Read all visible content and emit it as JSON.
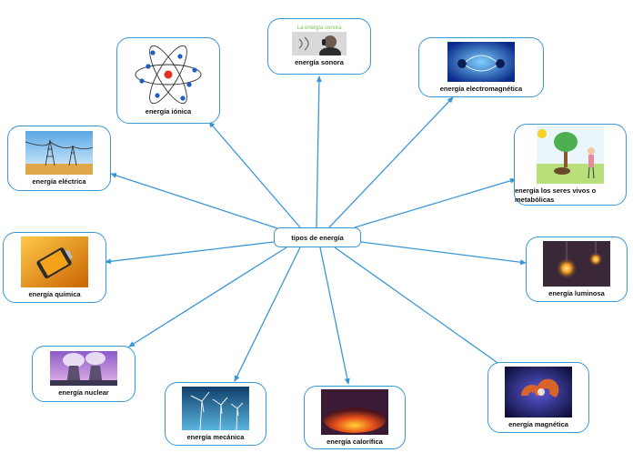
{
  "center": {
    "label": "tipos de energía"
  },
  "nodes": {
    "sonora": {
      "label": "energía sonora",
      "caption": "La energía sonora"
    },
    "ionica": {
      "label": "energía iónica"
    },
    "electromagnetica": {
      "label": "energía electromagnética"
    },
    "electrica": {
      "label": "energía eléctrica"
    },
    "metabolica": {
      "label": "energía los seres vivos o metabólicas"
    },
    "quimica": {
      "label": "energía química"
    },
    "luminosa": {
      "label": "energía luminosa"
    },
    "nuclear": {
      "label": "energía nuclear"
    },
    "mecanica": {
      "label": "energía mecánica"
    },
    "calorifica": {
      "label": "energía calorífica"
    },
    "magnetica": {
      "label": "energía magnética"
    }
  },
  "colors": {
    "connector": "#3a97d6",
    "border": "#3a97d6"
  }
}
